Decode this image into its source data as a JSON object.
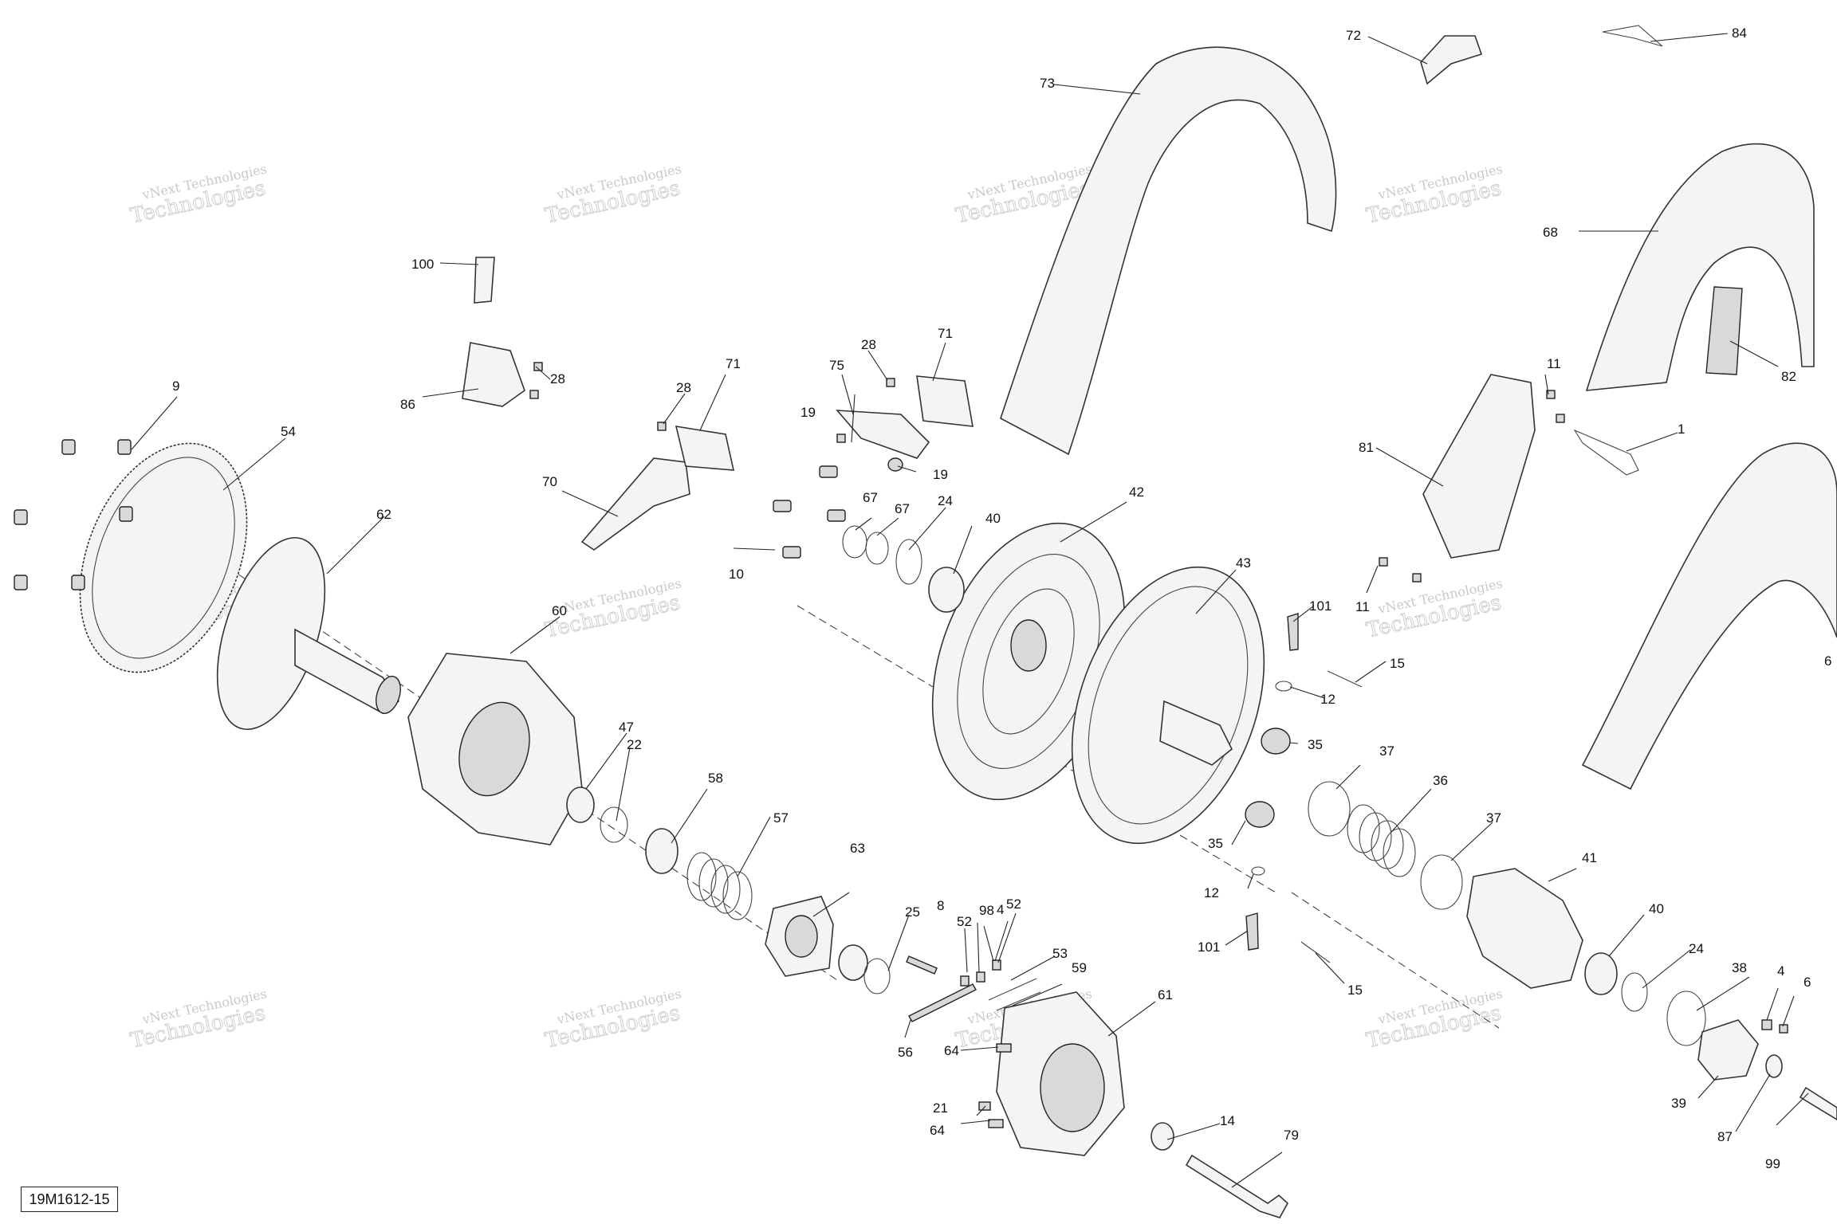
{
  "reference_code": "19M1612-15",
  "watermark": {
    "line1": "vNext Technologies",
    "line2": "Technologies"
  },
  "callouts": {
    "c1": "1",
    "c4a": "4",
    "c4b": "4",
    "c6": "6",
    "c8": "8",
    "c9": "9",
    "c10": "10",
    "c11a": "11",
    "c11b": "11",
    "c12a": "12",
    "c12b": "12",
    "c14": "14",
    "c15a": "15",
    "c15b": "15",
    "c19a": "19",
    "c19b": "19",
    "c21": "21",
    "c22": "22",
    "c24a": "24",
    "c24b": "24",
    "c25": "25",
    "c28a": "28",
    "c28b": "28",
    "c28c": "28",
    "c35a": "35",
    "c35b": "35",
    "c36": "36",
    "c37a": "37",
    "c37b": "37",
    "c38": "38",
    "c39": "39",
    "c40a": "40",
    "c40b": "40",
    "c41": "41",
    "c42": "42",
    "c43": "43",
    "c47": "47",
    "c52a": "52",
    "c52b": "52",
    "c53": "53",
    "c54": "54",
    "c56": "56",
    "c57": "57",
    "c58": "58",
    "c59": "59",
    "c60": "60",
    "c61": "61",
    "c62": "62",
    "c63": "63",
    "c64a": "64",
    "c64b": "64",
    "c67a": "67",
    "c67b": "67",
    "c68": "68",
    "c70": "70",
    "c71a": "71",
    "c71b": "71",
    "c72": "72",
    "c73": "73",
    "c75": "75",
    "c79": "79",
    "c81": "81",
    "c82": "82",
    "c84": "84",
    "c86": "86",
    "c87": "87",
    "c98": "98",
    "c99": "99",
    "c100": "100",
    "c101a": "101",
    "c101b": "101",
    "c6edge": "6"
  }
}
